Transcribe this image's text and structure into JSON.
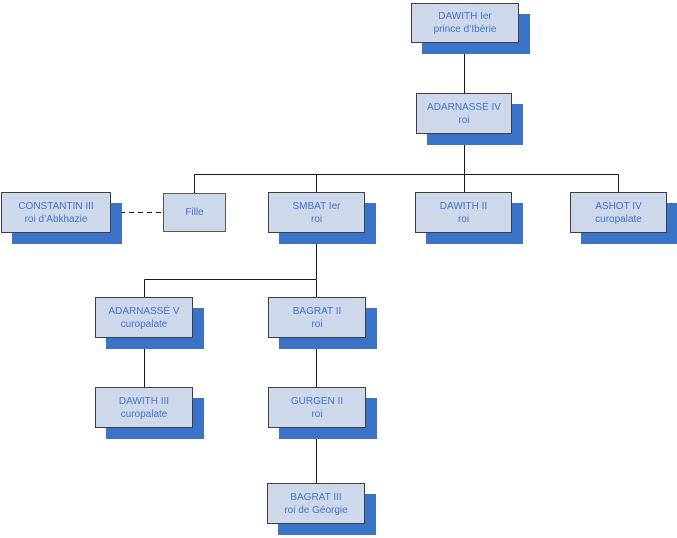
{
  "diagram": {
    "type": "genealogy-org-chart",
    "background": "#ffffff",
    "colors": {
      "box_fill": "#cdd9ea",
      "box_border": "#3f3f3f",
      "box_shadow": "#3b73c8",
      "text": "#4273c4",
      "connector": "#1a1a1a"
    },
    "nodes": [
      {
        "id": "dawith-ier",
        "title": "DAWITH Ier",
        "subtitle": "prince d’Ibérie"
      },
      {
        "id": "adarnasse-iv",
        "title": "ADARNASSÉ IV",
        "subtitle": "roi"
      },
      {
        "id": "constantin-iii",
        "title": "CONSTANTIN III",
        "subtitle": "roi d’Abkhazie"
      },
      {
        "id": "fille",
        "title": "Fille",
        "subtitle": ""
      },
      {
        "id": "smbat-ier",
        "title": "SMBAT Ier",
        "subtitle": "roi"
      },
      {
        "id": "dawith-ii",
        "title": "DAWITH II",
        "subtitle": "roi"
      },
      {
        "id": "ashot-iv",
        "title": "ASHOT IV",
        "subtitle": "curopalate"
      },
      {
        "id": "adarnasse-v",
        "title": "ADARNASSÉ V",
        "subtitle": "curopalate"
      },
      {
        "id": "bagrat-ii",
        "title": "BAGRAT II",
        "subtitle": "roi"
      },
      {
        "id": "dawith-iii",
        "title": "DAWITH III",
        "subtitle": "curopalate"
      },
      {
        "id": "gurgen-ii",
        "title": "GURGEN II",
        "subtitle": "roi"
      },
      {
        "id": "bagrat-iii",
        "title": "BAGRAT III",
        "subtitle": "roi de Géorgie"
      }
    ],
    "edges": {
      "parent_child": [
        [
          "dawith-ier",
          "adarnasse-iv"
        ],
        [
          "adarnasse-iv",
          "fille"
        ],
        [
          "adarnasse-iv",
          "smbat-ier"
        ],
        [
          "adarnasse-iv",
          "dawith-ii"
        ],
        [
          "adarnasse-iv",
          "ashot-iv"
        ],
        [
          "smbat-ier",
          "adarnasse-v"
        ],
        [
          "smbat-ier",
          "bagrat-ii"
        ],
        [
          "adarnasse-v",
          "dawith-iii"
        ],
        [
          "bagrat-ii",
          "gurgen-ii"
        ],
        [
          "gurgen-ii",
          "bagrat-iii"
        ]
      ],
      "marriage": [
        [
          "constantin-iii",
          "fille"
        ]
      ]
    }
  }
}
